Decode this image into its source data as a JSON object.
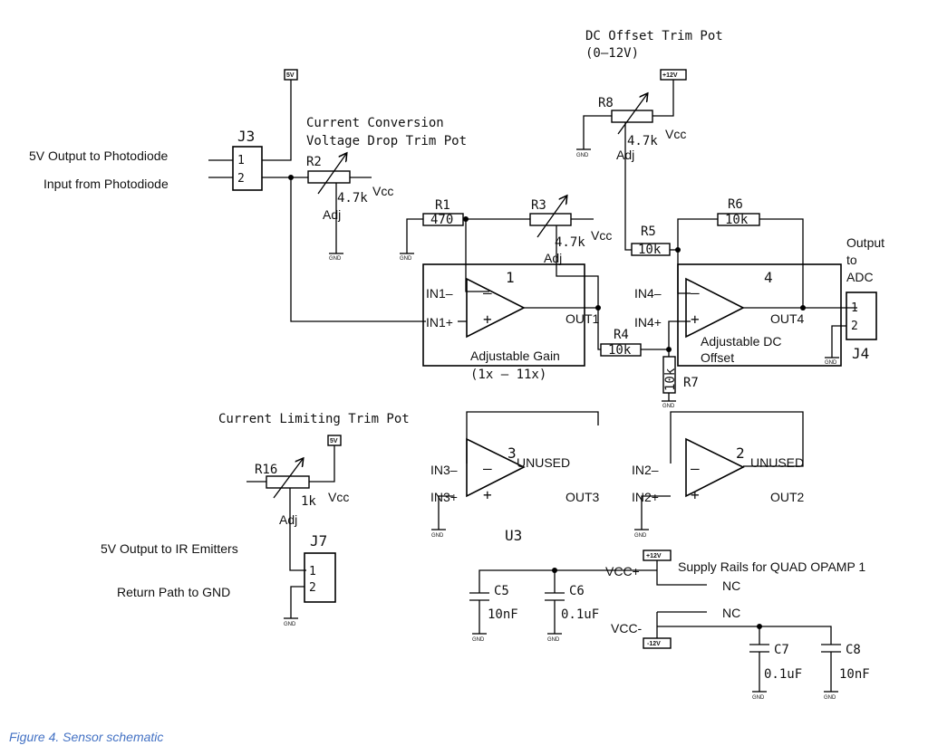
{
  "caption": "Figure 4. Sensor schematic",
  "titles": {
    "dc_offset_line1": "DC Offset Trim Pot",
    "dc_offset_line2": "(0–12V)",
    "current_conv_line1": "Current Conversion",
    "current_conv_line2": "Voltage Drop Trim Pot",
    "current_limit": "Current Limiting Trim Pot",
    "supply_rails": "Supply Rails for QUAD OPAMP 1",
    "output_adc_1": "Output",
    "output_adc_2": "to",
    "output_adc_3": "ADC",
    "adj_gain": "Adjustable Gain",
    "gain_range": "(1x – 11x)",
    "adj_dc_1": "Adjustable DC",
    "adj_dc_2": "Offset",
    "u3": "U3"
  },
  "signals": {
    "out5v_pd": "5V Output to Photodiode",
    "in_pd": "Input from Photodiode",
    "out5v_ir": "5V Output to IR Emitters",
    "ret_gnd": "Return Path to GND"
  },
  "power": {
    "p5v": "5V",
    "p12v": "+12V",
    "n12v": "-12V",
    "gnd": "GND",
    "vcc": "Vcc",
    "vccp": "VCC+",
    "vccn": "VCC-",
    "nc": "NC"
  },
  "connectors": {
    "j3": "J3",
    "j4": "J4",
    "j7": "J7",
    "pin1": "1",
    "pin2": "2"
  },
  "components": {
    "r1": "R1",
    "r1_val": "470",
    "r2": "R2",
    "r3": "R3",
    "r8": "R8",
    "pot_val": "4.7k",
    "adj": "Adj",
    "r4": "R4",
    "r5": "R5",
    "r6": "R6",
    "r7": "R7",
    "r10k": "10k",
    "r16": "R16",
    "r16_val": "1k",
    "c5": "C5",
    "c5_val": "10nF",
    "c6": "C6",
    "c6_val": "0.1uF",
    "c7": "C7",
    "c7_val": "0.1uF",
    "c8": "C8",
    "c8_val": "10nF"
  },
  "opamps": {
    "u1": "1",
    "u4": "4",
    "u3num": "3",
    "u2num": "2",
    "unused": "UNUSED",
    "in1m": "IN1–",
    "in1p": "IN1+",
    "out1": "OUT1",
    "in4m": "IN4–",
    "in4p": "IN4+",
    "out4": "OUT4",
    "in3m": "IN3–",
    "in3p": "IN3+",
    "out3": "OUT3",
    "in2m": "IN2–",
    "in2p": "IN2+",
    "out2": "OUT2",
    "minus": "–",
    "plus": "+"
  }
}
